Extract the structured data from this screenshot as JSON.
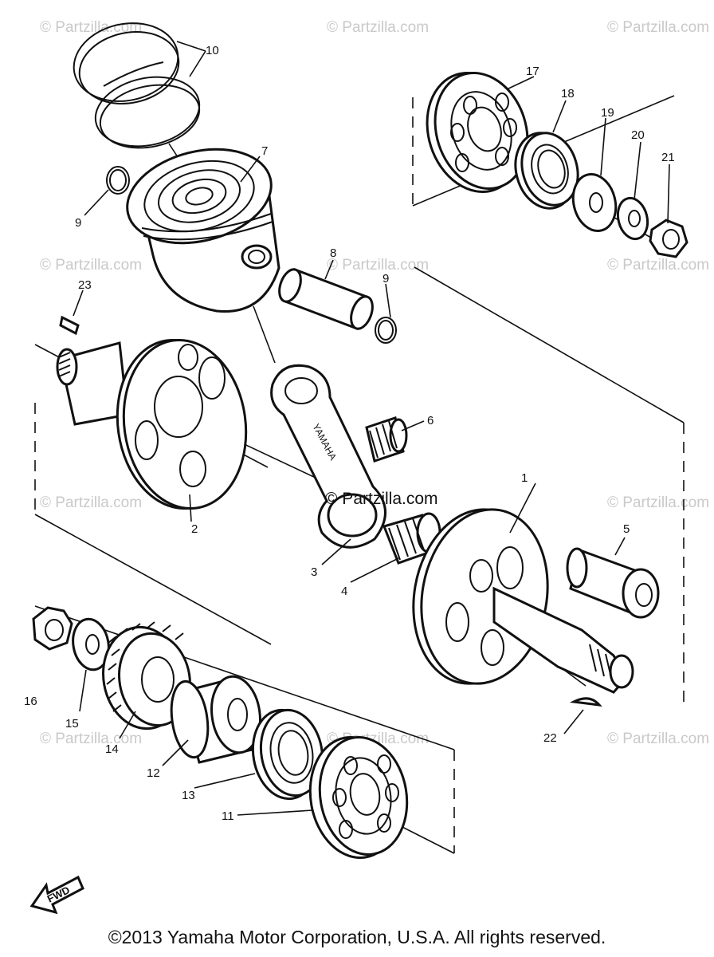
{
  "watermark": "© Partzilla.com",
  "center_watermark": "© Partzilla.com",
  "copyright": "©2013 Yamaha Motor Corporation, U.S.A. All rights reserved.",
  "rod_text": "YAMAHA",
  "fwd_label": "FWD",
  "callouts": {
    "c1": "1",
    "c2": "2",
    "c3": "3",
    "c4": "4",
    "c5": "5",
    "c6": "6",
    "c7": "7",
    "c8": "8",
    "c9a": "9",
    "c9b": "9",
    "c10": "10",
    "c11": "11",
    "c12": "12",
    "c13": "13",
    "c14": "14",
    "c15": "15",
    "c16": "16",
    "c17": "17",
    "c18": "18",
    "c19": "19",
    "c20": "20",
    "c21": "21",
    "c22": "22",
    "c23": "23"
  }
}
